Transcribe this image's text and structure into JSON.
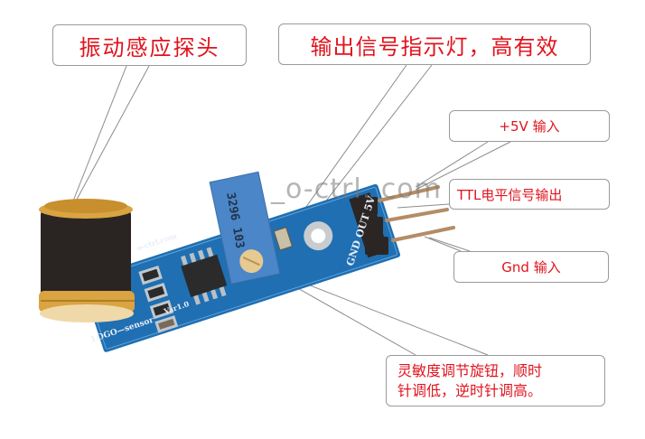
{
  "callouts": {
    "probe": {
      "label": "振动感应探头"
    },
    "indicator": {
      "label": "输出信号指示灯，高有效"
    },
    "vcc": {
      "label": "+5V 输入"
    },
    "ttl": {
      "label": "TTL电平信号输出"
    },
    "gnd": {
      "label": "Gnd 输入"
    },
    "sensitivity": {
      "line1": "灵敏度调节旋钮，顺时",
      "line2": "针调低，逆时针调高。"
    }
  },
  "board": {
    "pin_labels": "GND OUT 5V",
    "silk_logo": "LOGO—sensor",
    "silk_top": "o-ctrl.com",
    "silk_var": "Var1.0",
    "pot_marking": "3296 103"
  },
  "watermark": "_o-ctrl. com",
  "colors": {
    "callout_text": "#e0141e",
    "callout_border": "#9a9a9a",
    "pcb_blue": "#1f6fb2",
    "pot_blue": "#4a86c8",
    "brass": "#d9a441",
    "rubber": "#2a2523",
    "header_black": "#2b2624",
    "pin_copper": "#b48c66"
  }
}
